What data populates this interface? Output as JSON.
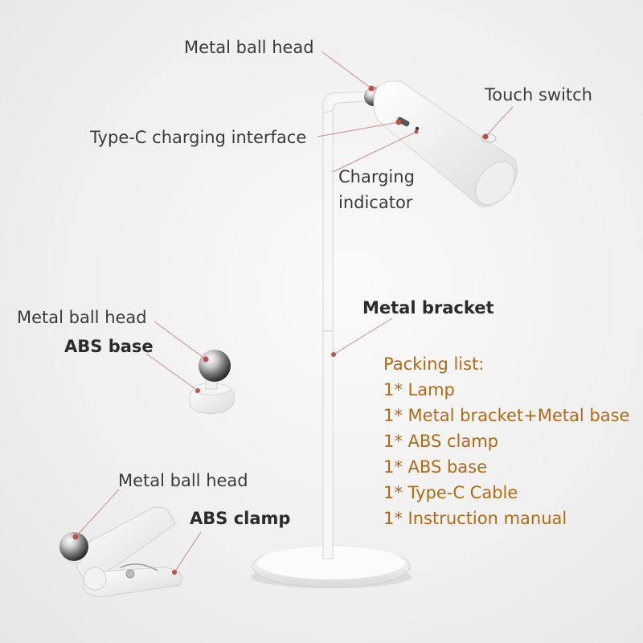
{
  "labels": {
    "lamp_ball_head": "Metal ball head",
    "touch_switch": "Touch switch",
    "type_c": "Type-C charging interface",
    "charging_indicator_1": "Charging",
    "charging_indicator_2": "indicator",
    "metal_bracket": "Metal bracket",
    "base_ball_head": "Metal ball head",
    "abs_base": "ABS base",
    "clamp_ball_head": "Metal ball head",
    "abs_clamp": "ABS clamp"
  },
  "packing_list": {
    "title": "Packing list:",
    "items": [
      "1* Lamp",
      "1* Metal bracket+Metal base",
      "1* ABS clamp",
      "1* ABS base",
      "1* Type-C Cable",
      "1* Instruction manual"
    ]
  },
  "colors": {
    "leader_line": "#c98a8a",
    "dot": "#c0504d",
    "packing_text": "#b06a12"
  }
}
